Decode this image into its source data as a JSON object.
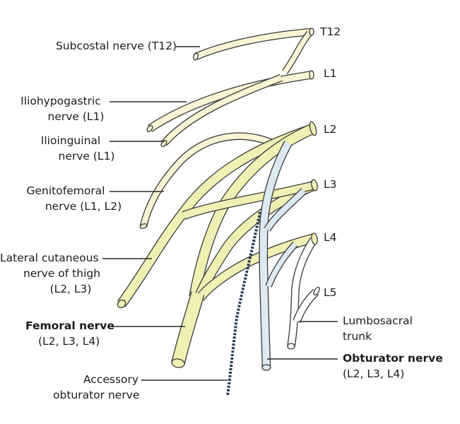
{
  "roots": {
    "t12": "T12",
    "l1": "L1",
    "l2": "L2",
    "l3": "L3",
    "l4": "L4",
    "l5": "L5"
  },
  "labels": {
    "subcostal": "Subcostal nerve (T12)",
    "iliohypogastric_1": "Iliohypogastric",
    "iliohypogastric_2": "nerve (L1)",
    "ilioinguinal_1": "Ilioinguinal",
    "ilioinguinal_2": "nerve (L1)",
    "genitofemoral_1": "Genitofemoral",
    "genitofemoral_2": "nerve (L1, L2)",
    "lateral_1": "Lateral cutaneous",
    "lateral_2": "nerve of thigh",
    "lateral_3": "(L2, L3)",
    "femoral_1": "Femoral nerve",
    "femoral_2": "(L2, L3, L4)",
    "accessory_1": "Accessory",
    "accessory_2": "obturator nerve",
    "lumbosacral_1": "Lumbosacral",
    "lumbosacral_2": "trunk",
    "obturator_1": "Obturator nerve",
    "obturator_2": "(L2, L3, L4)"
  },
  "colors": {
    "nerve_fill": "#f8f4d4",
    "femoral_fill": "#f1f0b4",
    "obturator_fill": "#dceaf3",
    "accessory": "#243955",
    "white_trunk": "#ffffff",
    "outline": "#3a3a3a"
  }
}
